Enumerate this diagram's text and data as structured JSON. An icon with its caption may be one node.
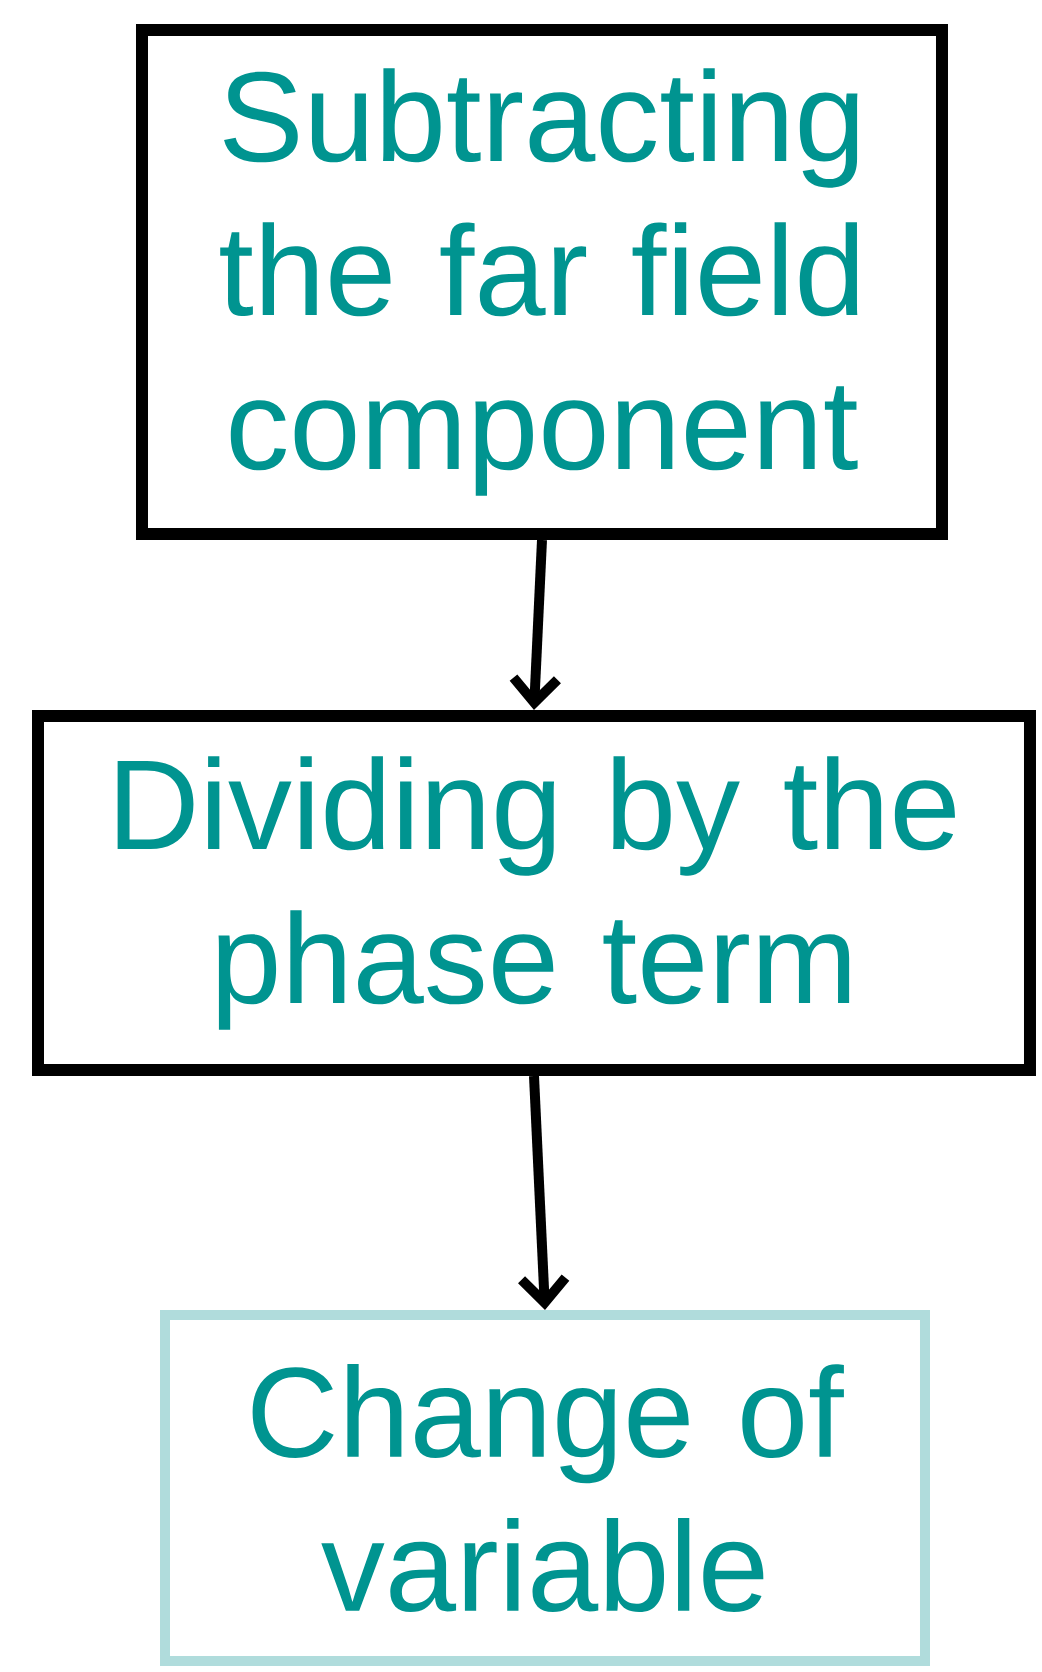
{
  "diagram": {
    "nodes": [
      {
        "text": [
          "Subtracting the far field component"
        ]
      },
      {
        "text": [
          "Dividing by the phase term"
        ]
      },
      {
        "text": [
          "Change of variable"
        ]
      }
    ],
    "edges": [
      {
        "from": 0,
        "to": 1,
        "arrow": "to"
      },
      {
        "from": 1,
        "to": 2,
        "arrow": "to"
      }
    ]
  }
}
